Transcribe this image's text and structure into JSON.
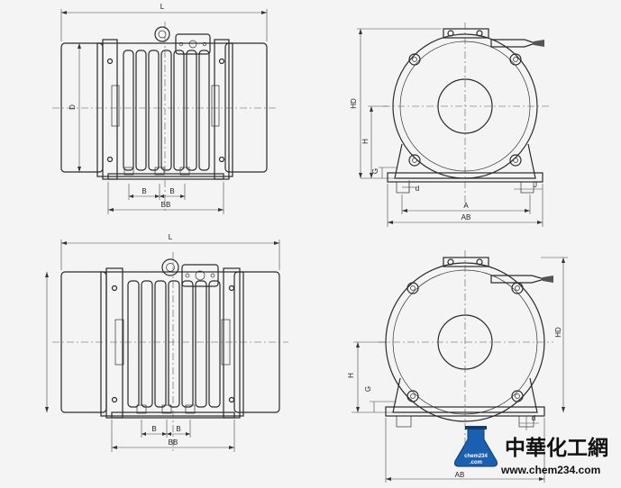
{
  "labels": {
    "L": "L",
    "D": "D",
    "B": "B",
    "BB": "BB",
    "HD": "HD",
    "H": "H",
    "G": "G",
    "d": "d",
    "J": "J",
    "A": "A",
    "AB": "AB"
  },
  "watermark": {
    "chinese": "中華化工網",
    "url": "www.chem234.com",
    "flask_line1": "chem234",
    "flask_line2": ".com"
  }
}
